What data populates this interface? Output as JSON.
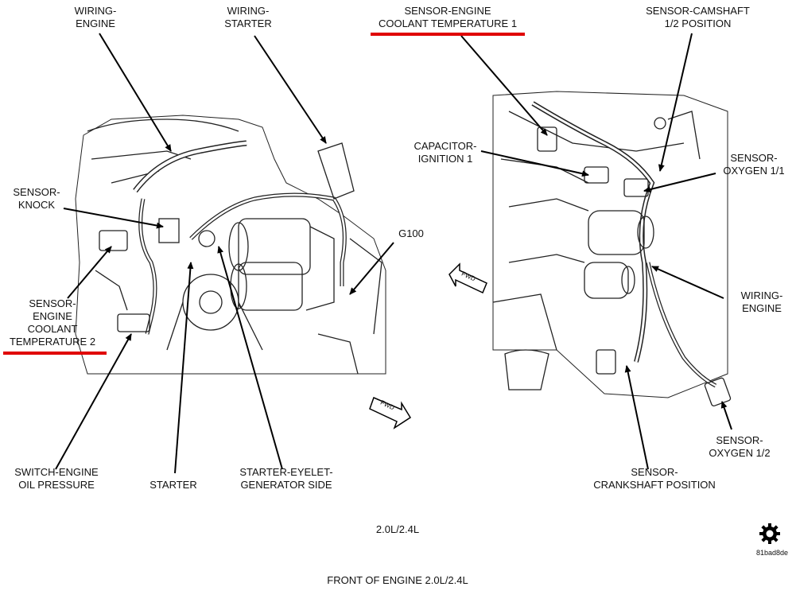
{
  "labels": {
    "wiring_engine_left": [
      "WIRING-",
      "ENGINE"
    ],
    "wiring_starter": [
      "WIRING-",
      "STARTER"
    ],
    "sensor_ect1": [
      "SENSOR-ENGINE",
      "COOLANT TEMPERATURE 1"
    ],
    "sensor_camshaft": [
      "SENSOR-CAMSHAFT",
      "1/2 POSITION"
    ],
    "sensor_knock": [
      "SENSOR-",
      "KNOCK"
    ],
    "capacitor_ignition": [
      "CAPACITOR-",
      "IGNITION 1"
    ],
    "sensor_oxygen_11": [
      "SENSOR-",
      "OXYGEN 1/1"
    ],
    "g100": [
      "G100"
    ],
    "sensor_ect2": [
      "SENSOR-",
      "ENGINE",
      "COOLANT",
      "TEMPERATURE 2"
    ],
    "wiring_engine_right": [
      "WIRING-",
      "ENGINE"
    ],
    "switch_oil": [
      "SWITCH-ENGINE",
      "OIL PRESSURE"
    ],
    "starter": [
      "STARTER"
    ],
    "starter_eyelet": [
      "STARTER-EYELET-",
      "GENERATOR SIDE"
    ],
    "sensor_crankshaft": [
      "SENSOR-",
      "CRANKSHAFT POSITION"
    ],
    "sensor_oxygen_12": [
      "SENSOR-",
      "OXYGEN 1/2"
    ]
  },
  "fwd_arrow_text": "FWD",
  "engine_caption": "2.0L/2.4L",
  "figure_code": "81bad8de",
  "figure_title": "FRONT OF ENGINE 2.0L/2.4L",
  "highlight_color": "#e00000",
  "icons": {
    "logo": "gear-icon"
  }
}
